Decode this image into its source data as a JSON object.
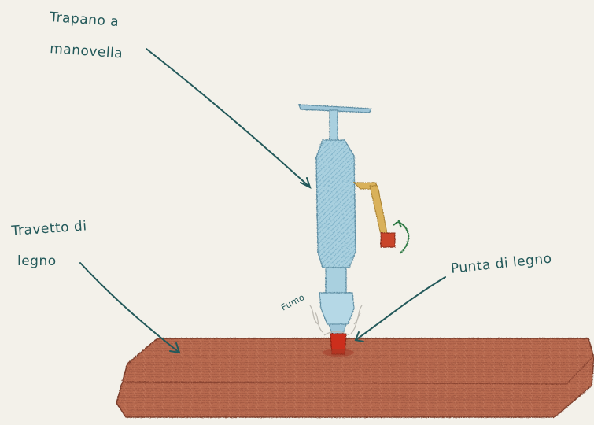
{
  "labels": {
    "drill_line1": "Trapano a",
    "drill_line2": "manovella",
    "beam_line1": "Travetto di",
    "beam_line2": "legno",
    "tip": "Punta di legno",
    "smoke": "Fumo"
  },
  "colors": {
    "paper": "#f3f1ea",
    "ink": "#23595a",
    "drill_body": "#a9d0df",
    "crank": "#d9b15a",
    "handle": "#c9442b",
    "wood": "#b5674f",
    "tip": "#cc2f1f"
  }
}
